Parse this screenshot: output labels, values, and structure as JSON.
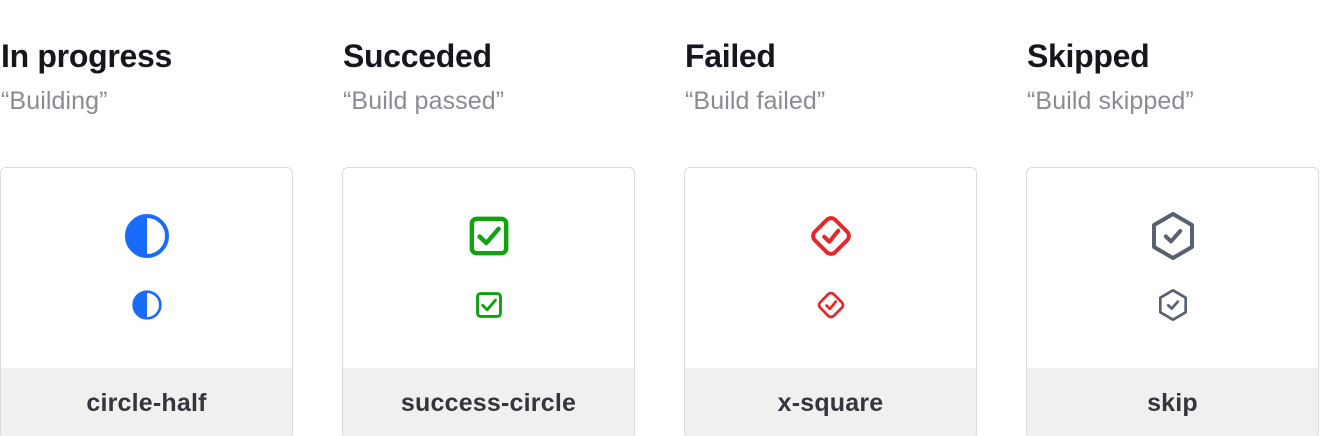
{
  "page": {
    "background": "#ffffff",
    "card_border": "#dbdbdb",
    "footer_background": "#f0f0f0",
    "heading_color": "#16161e",
    "subtitle_color": "#8b8b93",
    "label_color": "#35353d"
  },
  "columns": [
    {
      "heading": "In progress",
      "subtitle": "“Building”",
      "icon": "circle-half-icon",
      "label": "circle-half",
      "color": "#1b6bfa"
    },
    {
      "heading": "Succeded",
      "subtitle": "“Build passed”",
      "icon": "check-square-icon",
      "label": "success-circle",
      "color": "#10a310"
    },
    {
      "heading": "Failed",
      "subtitle": "“Build failed”",
      "icon": "check-diamond-icon",
      "label": "x-square",
      "color": "#e8262a"
    },
    {
      "heading": "Skipped",
      "subtitle": "“Build skipped”",
      "icon": "check-hexagon-icon",
      "label": "skip",
      "color": "#596070"
    }
  ]
}
